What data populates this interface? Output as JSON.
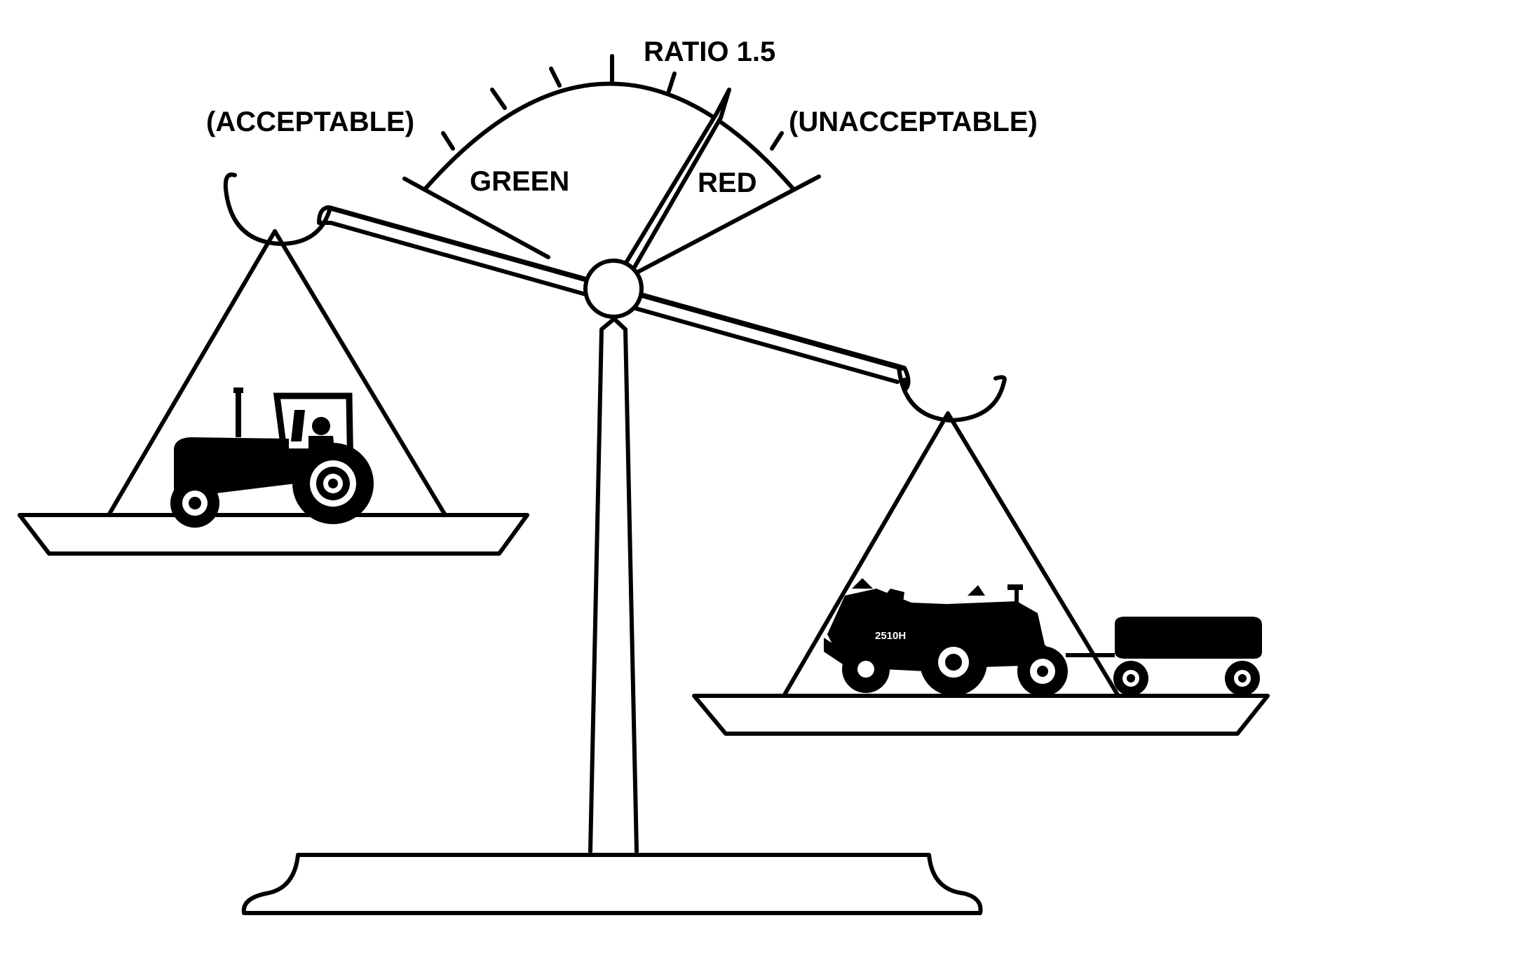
{
  "gauge": {
    "ratio_label": "RATIO 1.5",
    "green_label": "GREEN",
    "red_label": "RED"
  },
  "left_side": {
    "status_label": "(ACCEPTABLE)"
  },
  "right_side": {
    "status_label": "(UNACCEPTABLE)",
    "tractor_model": "2510H"
  },
  "colors": {
    "ink": "#000000",
    "paper": "#ffffff"
  }
}
